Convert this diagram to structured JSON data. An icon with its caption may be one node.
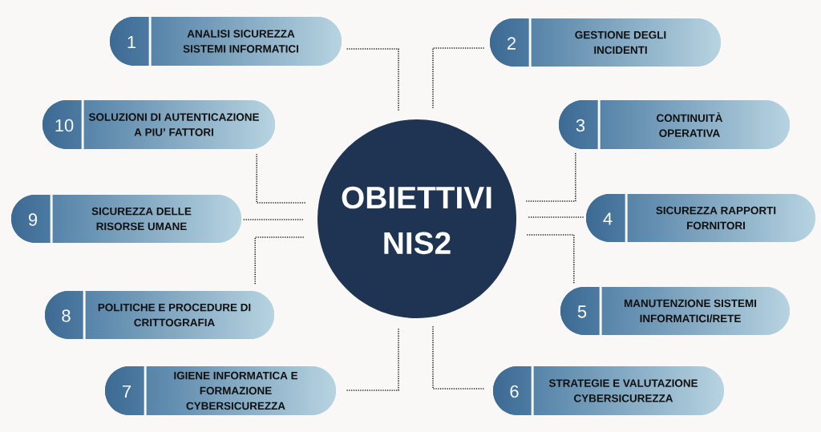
{
  "diagram": {
    "nodes": [
      {
        "text": [
          "OBIETTIVI NIS2"
        ]
      },
      {
        "text": [
          "1",
          "ANALISI SICUREZZA SISTEMI INFORMATICI"
        ]
      },
      {
        "text": [
          "2",
          "GESTIONE DEGLI INCIDENTI"
        ]
      },
      {
        "text": [
          "3",
          "CONTINUITÀ OPERATIVA"
        ]
      },
      {
        "text": [
          "4",
          "SICUREZZA RAPPORTI FORNITORI"
        ]
      },
      {
        "text": [
          "5",
          "MANUTENZIONE SISTEMI INFORMATICI/RETE"
        ]
      },
      {
        "text": [
          "6",
          "STRATEGIE E VALUTAZIONE CYBERSICUREZZA"
        ]
      },
      {
        "text": [
          "7",
          "IGIENE INFORMATICA E FORMAZIONE CYBERSICUREZZA"
        ]
      },
      {
        "text": [
          "8",
          "POLITICHE E PROCEDURE DI CRITTOGRAFIA"
        ]
      },
      {
        "text": [
          "9",
          "SICUREZZA DELLE RISORSE UMANE"
        ]
      },
      {
        "text": [
          "10",
          "SOLUZIONI DI AUTENTICAZIONE A PIU’ FATTORI"
        ]
      }
    ],
    "edges": [
      {
        "from": 0,
        "to": 1,
        "arrow": "none"
      },
      {
        "from": 0,
        "to": 2,
        "arrow": "none"
      },
      {
        "from": 0,
        "to": 3,
        "arrow": "none"
      },
      {
        "from": 0,
        "to": 4,
        "arrow": "none"
      },
      {
        "from": 0,
        "to": 5,
        "arrow": "none"
      },
      {
        "from": 0,
        "to": 6,
        "arrow": "none"
      },
      {
        "from": 0,
        "to": 7,
        "arrow": "none"
      },
      {
        "from": 0,
        "to": 8,
        "arrow": "none"
      },
      {
        "from": 0,
        "to": 9,
        "arrow": "none"
      },
      {
        "from": 0,
        "to": 10,
        "arrow": "none"
      }
    ]
  }
}
